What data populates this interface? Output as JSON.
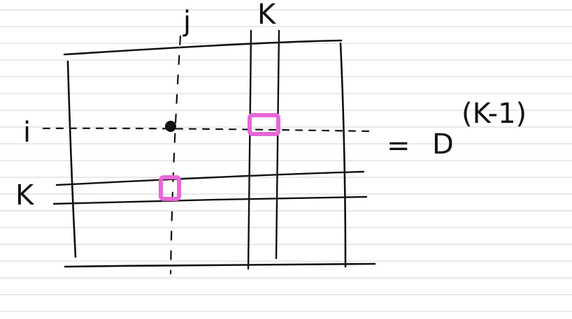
{
  "labels": {
    "row_i": "i",
    "col_j": "j",
    "row_k": "K",
    "col_k": "K",
    "equals": "=",
    "matrix_symbol": "D",
    "superscript": "(K-1)"
  },
  "colors": {
    "paper": "#ffffff",
    "ruling": "#dcdcdc",
    "ink": "#111111",
    "highlight": "#e866d8"
  }
}
